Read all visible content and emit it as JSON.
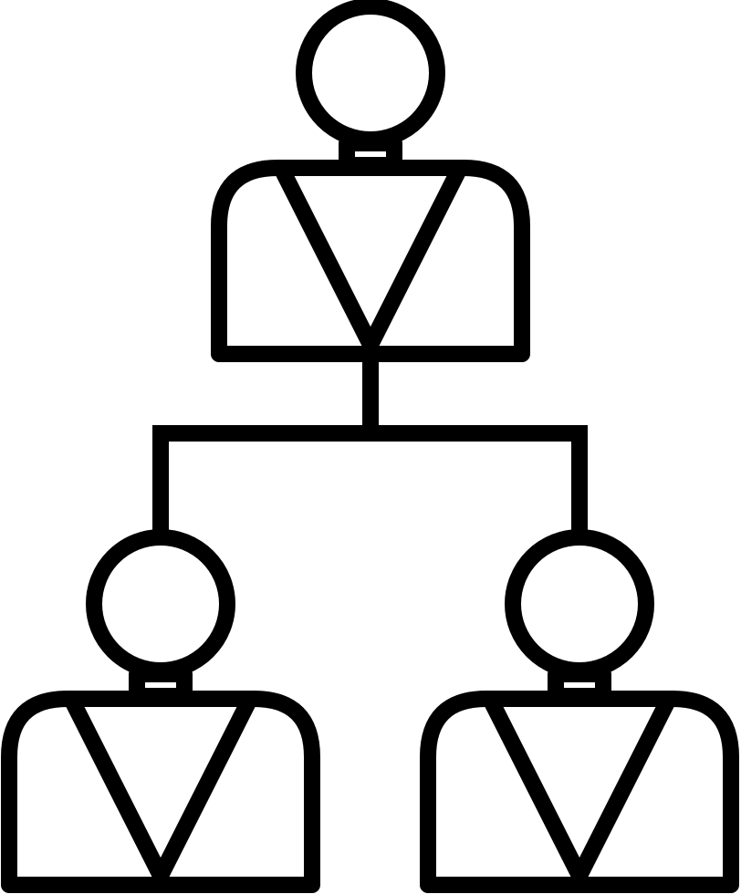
{
  "icon": {
    "name": "org-chart-icon",
    "stroke_color": "#000000",
    "background_color": "#ffffff",
    "nodes": [
      {
        "role": "manager",
        "icon_name": "manager-person-icon"
      },
      {
        "role": "report-left",
        "icon_name": "report-person-icon"
      },
      {
        "role": "report-right",
        "icon_name": "report-person-icon"
      }
    ]
  }
}
